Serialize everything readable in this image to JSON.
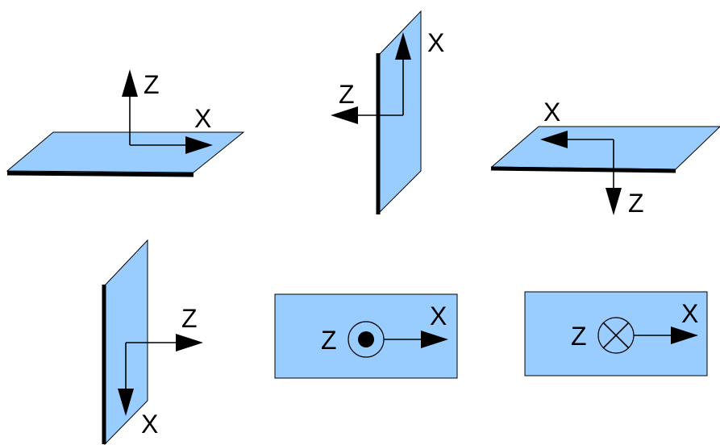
{
  "colors": {
    "plane": "#99ccff",
    "outline": "#000000",
    "background": "#ffffff"
  },
  "panels": [
    {
      "id": "horizontal-plane-z-up",
      "labels": {
        "z": "Z",
        "x": "X"
      }
    },
    {
      "id": "vertical-plane-z-left",
      "labels": {
        "z": "Z",
        "x": "X"
      }
    },
    {
      "id": "horizontal-plane-z-down",
      "labels": {
        "z": "Z",
        "x": "X"
      }
    },
    {
      "id": "vertical-plane-x-down",
      "labels": {
        "z": "Z",
        "x": "X"
      }
    },
    {
      "id": "front-view-z-out-of-page",
      "labels": {
        "z": "Z",
        "x": "X"
      },
      "z_symbol": "dot-in-circle"
    },
    {
      "id": "front-view-z-into-page",
      "labels": {
        "z": "Z",
        "x": "X"
      },
      "z_symbol": "cross-in-circle"
    }
  ]
}
